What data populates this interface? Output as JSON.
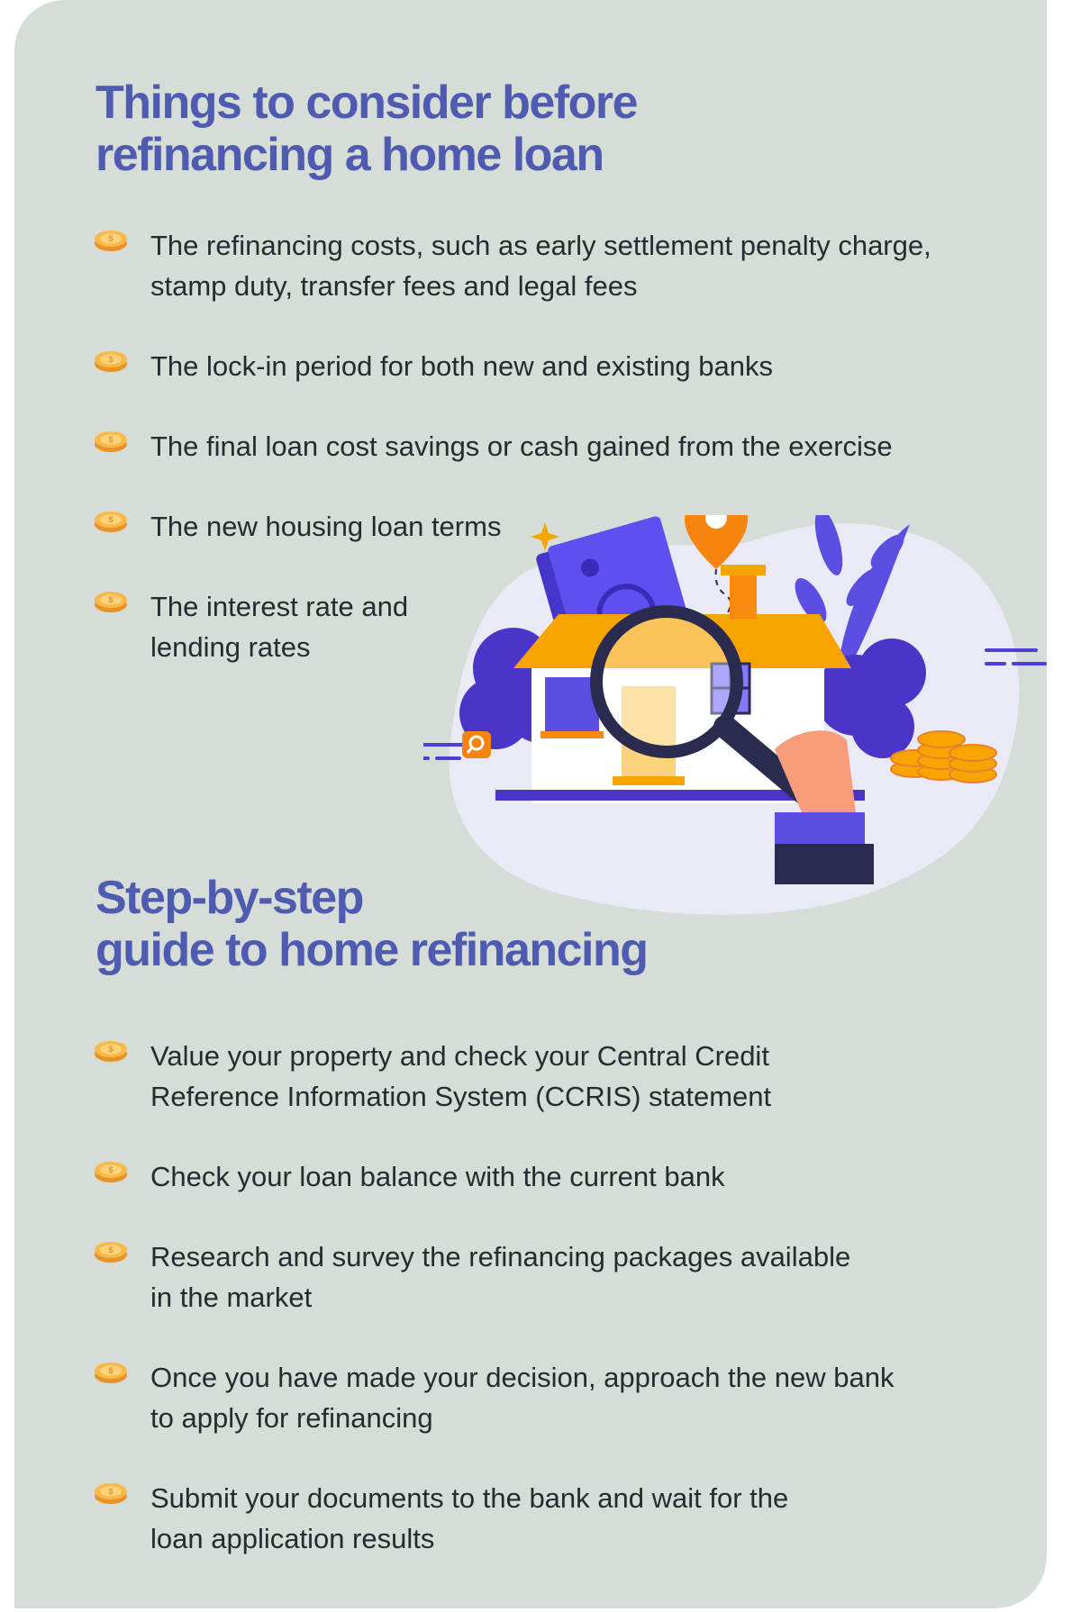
{
  "section1": {
    "title_line1": "Things to consider before",
    "title_line2": "refinancing a home loan",
    "items": [
      {
        "line1": "The refinancing costs, such as early settlement penalty charge,",
        "line2": "stamp duty, transfer fees and legal fees"
      },
      {
        "line1": "The lock-in period for both new and existing banks"
      },
      {
        "line1": "The final loan cost savings or cash gained from the exercise"
      },
      {
        "line1": "The new housing loan terms"
      },
      {
        "line1": "The interest rate and",
        "line2": "lending rates"
      }
    ]
  },
  "section2": {
    "title_line1": "Step-by-step",
    "title_line2": "guide to home refinancing",
    "items": [
      {
        "line1": "Value your property and check your Central Credit",
        "line2": "Reference Information System (CCRIS) statement"
      },
      {
        "line1": "Check your loan balance with the current bank"
      },
      {
        "line1": "Research and survey the refinancing packages available",
        "line2": "in the market"
      },
      {
        "line1": "Once you have made your decision, approach the new bank",
        "line2": "to apply for refinancing"
      },
      {
        "line1": "Submit your documents to the bank and wait for the",
        "line2": "loan application results"
      }
    ]
  },
  "illustration": {
    "icon": "house-inspection-illustration",
    "colors": {
      "accent": "#4f5bb0",
      "purple": "#5b4ee0",
      "orange": "#f7a400",
      "background": "#d5ddd6"
    }
  }
}
